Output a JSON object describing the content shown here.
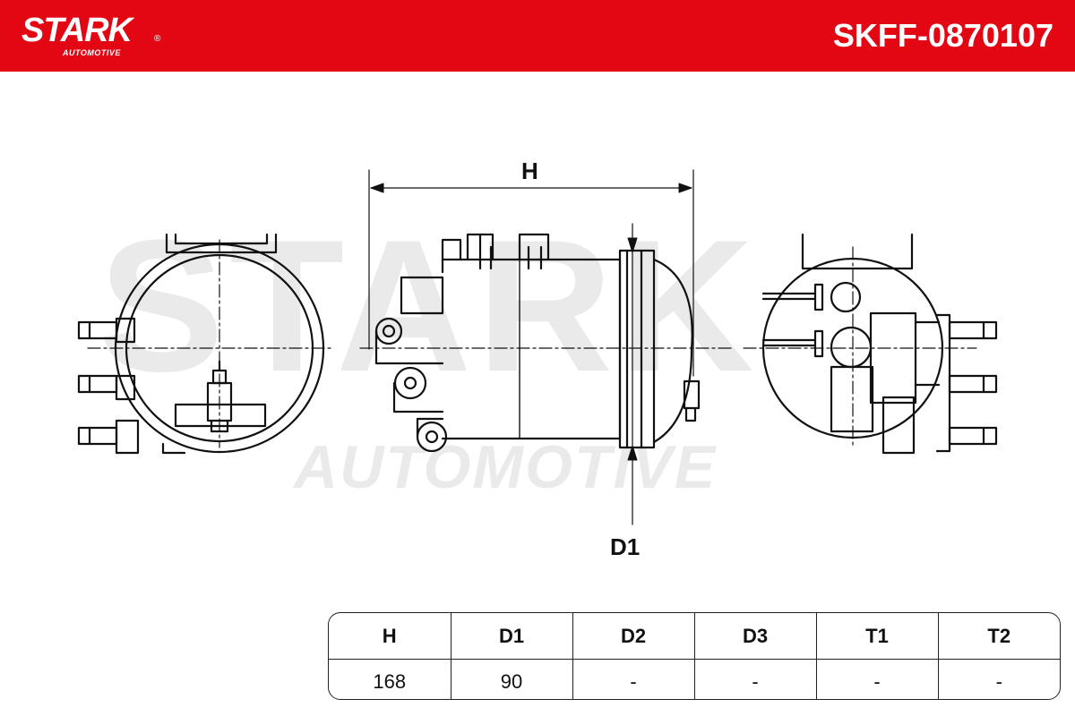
{
  "brand": {
    "name": "STARK",
    "registered_mark": "®",
    "subtitle": "AUTOMOTIVE",
    "color": "#e30613"
  },
  "part_number": "SKFF-0870107",
  "watermark": {
    "main": "STARK",
    "sub": "AUTOMOTIVE"
  },
  "dimension_labels": {
    "height": "H",
    "diameter": "D1"
  },
  "specs": {
    "headers": [
      "H",
      "D1",
      "D2",
      "D3",
      "T1",
      "T2"
    ],
    "values": [
      "168",
      "90",
      "-",
      "-",
      "-",
      "-"
    ]
  }
}
